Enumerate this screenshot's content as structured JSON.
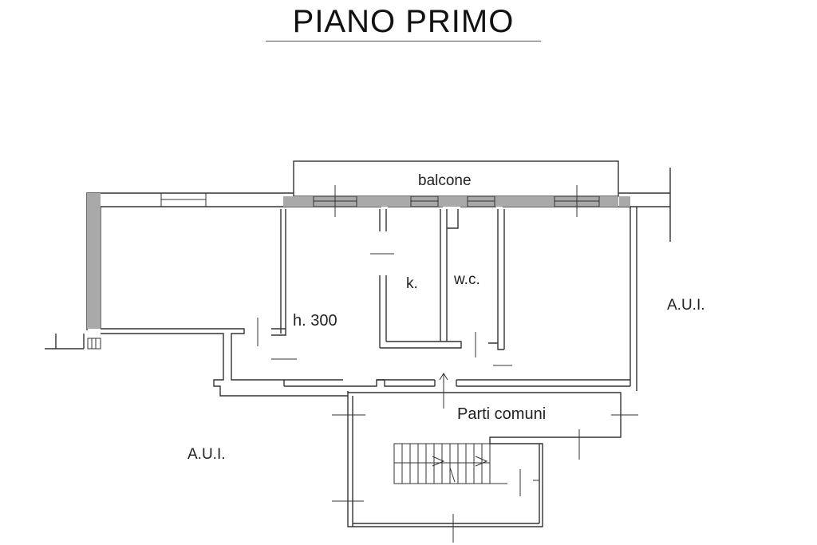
{
  "title": "PIANO PRIMO",
  "labels": {
    "balcone": "balcone",
    "kitchen": "k.",
    "wc": "w.c.",
    "height": "h. 300",
    "aui_right": "A.U.I.",
    "aui_left": "A.U.I.",
    "common_parts": "Parti comuni"
  }
}
